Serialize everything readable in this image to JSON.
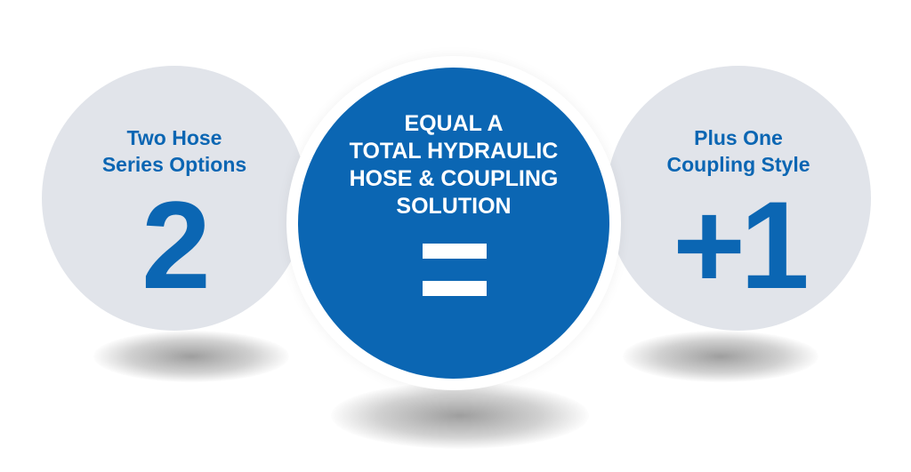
{
  "left_circle": {
    "caption": "Two Hose\nSeries Options",
    "number": "2"
  },
  "center_circle": {
    "caption": "EQUAL A\nTOTAL HYDRAULIC\nHOSE & COUPLING\nSOLUTION",
    "symbol_icon": "equals-icon"
  },
  "right_circle": {
    "caption": "Plus One\nCoupling Style",
    "number": "+1"
  },
  "colors": {
    "brand_blue": "#0b66b3",
    "light_gray": "#e1e4ea",
    "white": "#ffffff"
  }
}
